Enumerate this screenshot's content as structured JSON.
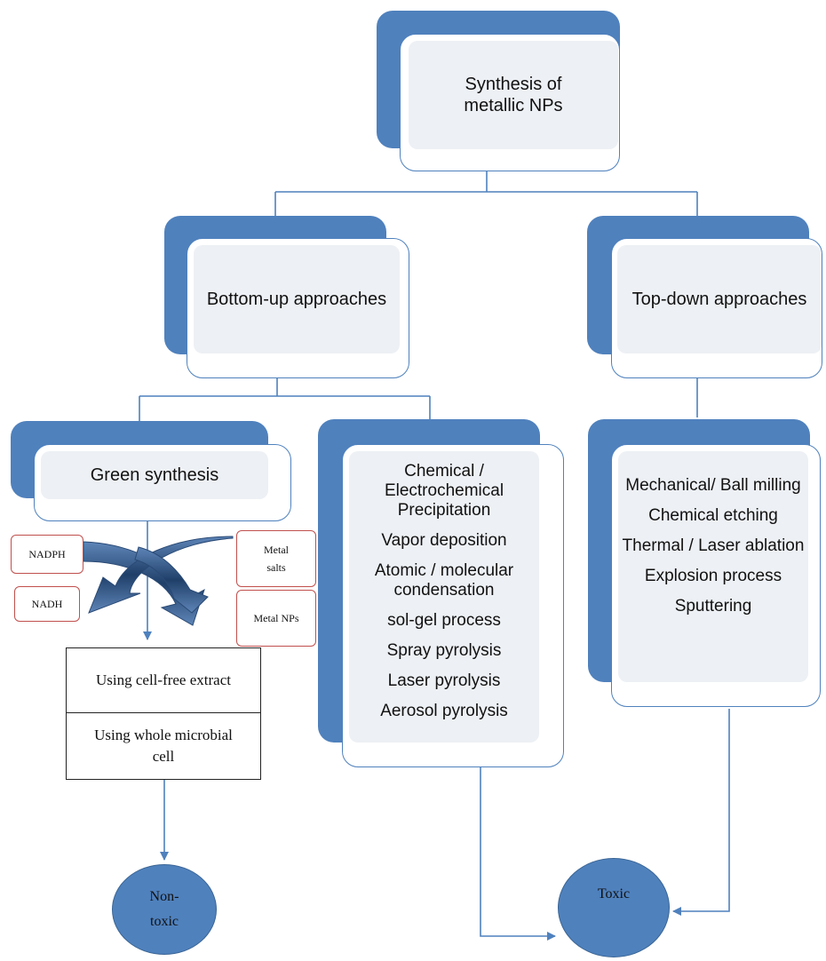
{
  "root": {
    "label": "Synthesis of metallic NPs"
  },
  "bottom_up": {
    "label": "Bottom-up approaches"
  },
  "top_down": {
    "label": "Top-down approaches"
  },
  "green": {
    "label": "Green synthesis"
  },
  "chemical_methods": [
    "Chemical / Electrochemical Precipitation",
    "Vapor deposition",
    "Atomic / molecular condensation",
    "sol-gel process",
    "Spray pyrolysis",
    "Laser pyrolysis",
    "Aerosol pyrolysis"
  ],
  "physical_methods": [
    "Mechanical/ Ball milling",
    "Chemical etching",
    "Thermal / Laser ablation",
    "Explosion process",
    "Sputtering"
  ],
  "cofactors": {
    "nadph": "NADPH",
    "nadh": "NADH",
    "metal_salts": "Metal salts",
    "metal_nps": "Metal NPs"
  },
  "extract": {
    "cell_free": "Using cell-free extract",
    "whole_cell": "Using whole microbial cell"
  },
  "outcomes": {
    "non_toxic": "Non-toxic",
    "toxic": "Toxic"
  },
  "colors": {
    "accent": "#4f81bd",
    "inner_fill": "#edf0f4",
    "cofactor_border": "#c0504d"
  }
}
